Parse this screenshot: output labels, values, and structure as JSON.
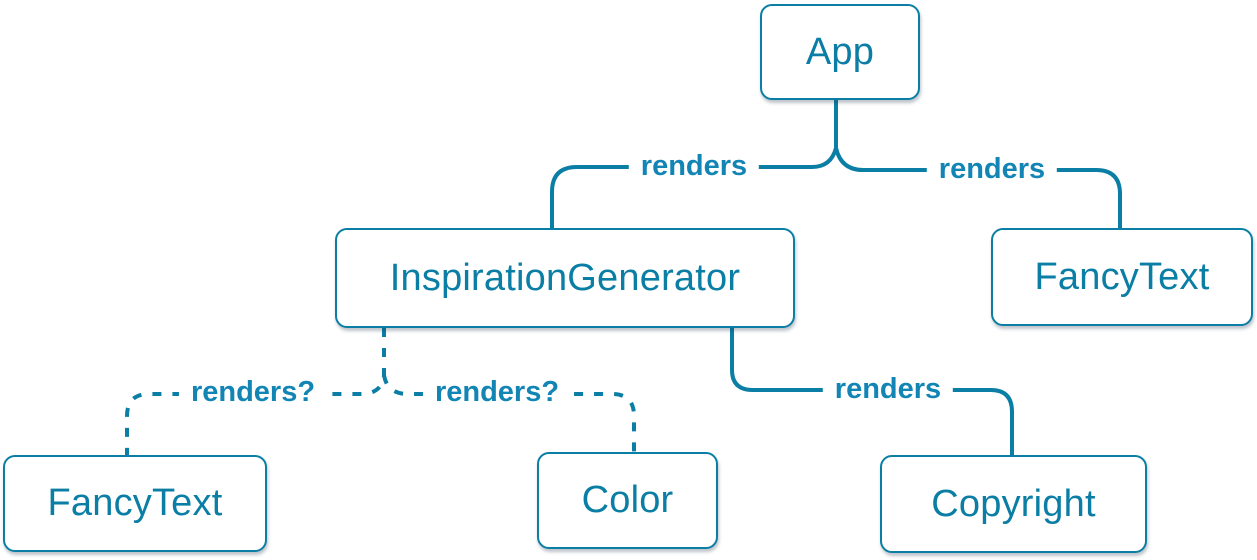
{
  "colors": {
    "accent": "#0a7ea4",
    "edge_label_color": "#1285b5",
    "node_fill": "#ffffff",
    "node_text": "#0a7ea4"
  },
  "nodes": {
    "app": {
      "label": "App"
    },
    "inspiration_generator": {
      "label": "InspirationGenerator"
    },
    "fancy_text_top": {
      "label": "FancyText"
    },
    "fancy_text_bottom": {
      "label": "FancyText"
    },
    "color": {
      "label": "Color"
    },
    "copyright": {
      "label": "Copyright"
    }
  },
  "edges": {
    "app_to_inspiration_generator": {
      "label": "renders",
      "style": "solid"
    },
    "app_to_fancy_text": {
      "label": "renders",
      "style": "solid"
    },
    "inspiration_generator_to_fancy_text": {
      "label": "renders?",
      "style": "dashed"
    },
    "inspiration_generator_to_color": {
      "label": "renders?",
      "style": "dashed"
    },
    "inspiration_generator_to_copyright": {
      "label": "renders",
      "style": "solid"
    }
  },
  "tree": {
    "root": "App",
    "children": [
      {
        "name": "InspirationGenerator",
        "edge": "renders",
        "children": [
          {
            "name": "FancyText",
            "edge": "renders?"
          },
          {
            "name": "Color",
            "edge": "renders?"
          },
          {
            "name": "Copyright",
            "edge": "renders"
          }
        ]
      },
      {
        "name": "FancyText",
        "edge": "renders"
      }
    ]
  }
}
